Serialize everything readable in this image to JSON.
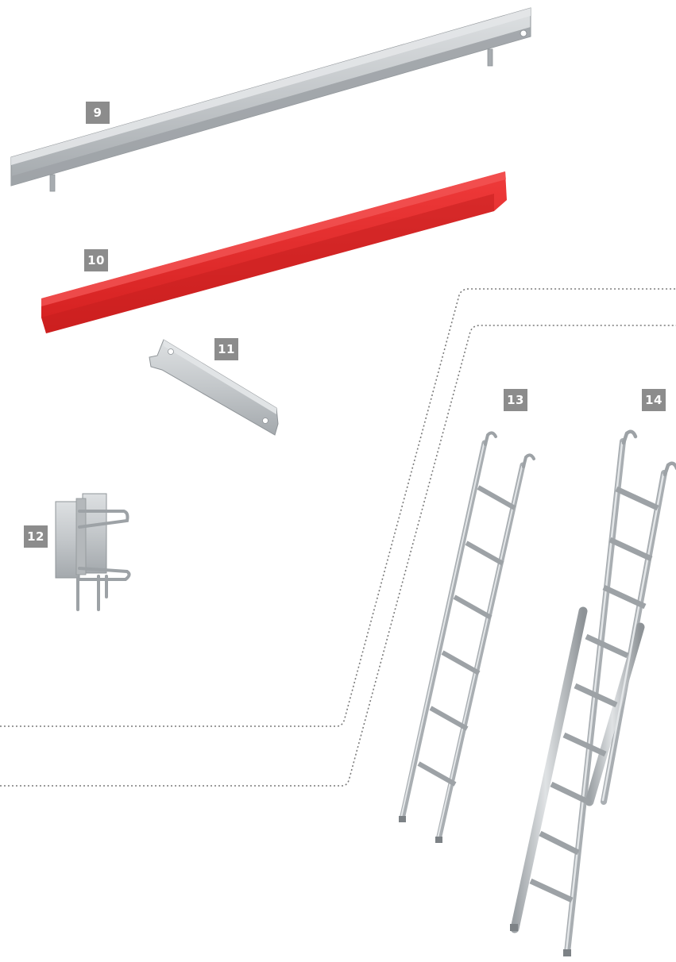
{
  "title": "",
  "colors": {
    "steel": "#bfc3c6",
    "steel_dark": "#8f9498",
    "steel_light": "#dde0e2",
    "toe_board": "#e52b2b",
    "toe_board_dark": "#b71c1c",
    "badge": "#8c8c8c",
    "dotted_line": "#7a7a7a"
  },
  "components": [
    {
      "number": "9",
      "icon": "guard-rail-icon"
    },
    {
      "number": "10",
      "icon": "toe-board-icon"
    },
    {
      "number": "11",
      "icon": "coupler-plate-icon"
    },
    {
      "number": "12",
      "icon": "bracket-clamp-icon"
    },
    {
      "number": "13",
      "icon": "single-ladder-icon"
    },
    {
      "number": "14",
      "icon": "extension-ladder-icon"
    }
  ]
}
